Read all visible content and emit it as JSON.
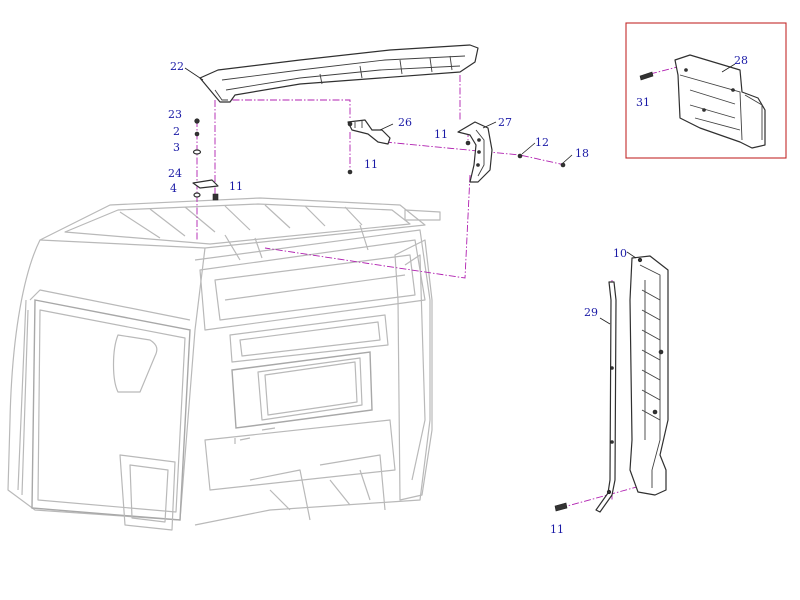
{
  "callouts": {
    "c22": "22",
    "c23": "23",
    "c2": "2",
    "c3": "3",
    "c24": "24",
    "c4": "4",
    "c11a": "11",
    "c26": "26",
    "c11b": "11",
    "c11c": "11",
    "c27": "27",
    "c12": "12",
    "c18": "18",
    "c28": "28",
    "c31": "31",
    "c10": "10",
    "c29": "29",
    "c11d": "11"
  },
  "colors": {
    "callout_text": "#1a1aa6",
    "leader_line": "#b020b0",
    "inset_frame": "#c22a2a",
    "cab_outline": "#b9b9b9"
  }
}
